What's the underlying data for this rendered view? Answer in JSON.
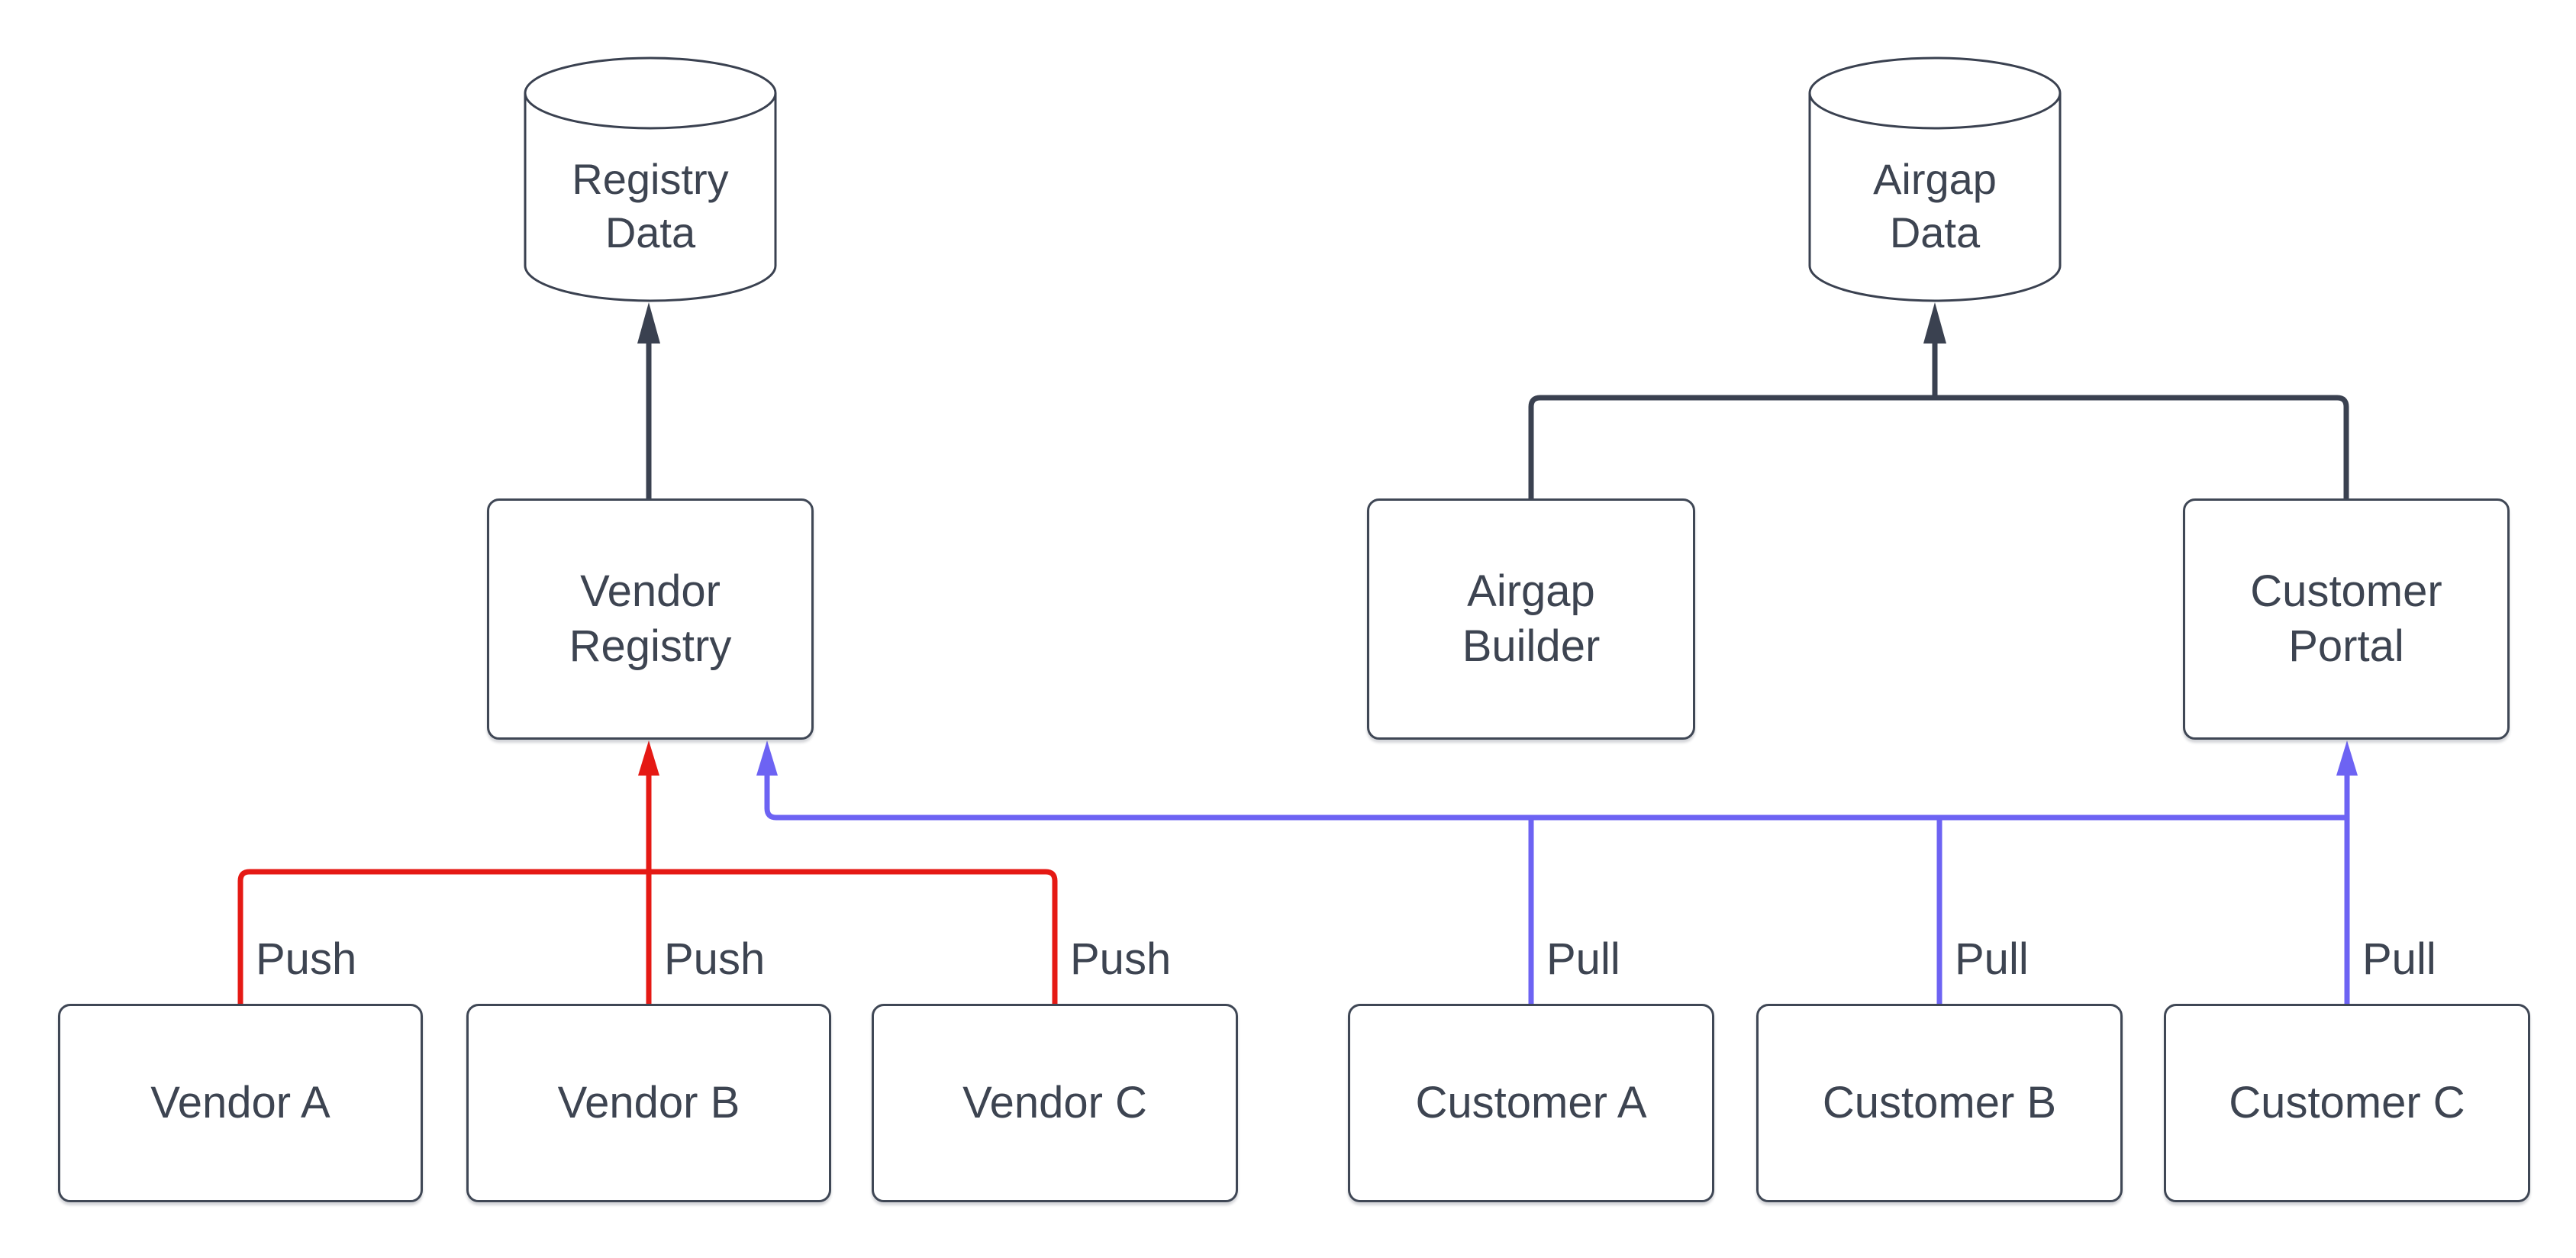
{
  "diagram": {
    "nodes": {
      "registry_data": {
        "label": "Registry\nData",
        "shape": "cylinder"
      },
      "airgap_data": {
        "label": "Airgap\nData",
        "shape": "cylinder"
      },
      "vendor_registry": {
        "label": "Vendor\nRegistry",
        "shape": "box"
      },
      "airgap_builder": {
        "label": "Airgap\nBuilder",
        "shape": "box"
      },
      "customer_portal": {
        "label": "Customer\nPortal",
        "shape": "box"
      },
      "vendor_a": {
        "label": "Vendor A",
        "shape": "box"
      },
      "vendor_b": {
        "label": "Vendor B",
        "shape": "box"
      },
      "vendor_c": {
        "label": "Vendor C",
        "shape": "box"
      },
      "customer_a": {
        "label": "Customer A",
        "shape": "box"
      },
      "customer_b": {
        "label": "Customer B",
        "shape": "box"
      },
      "customer_c": {
        "label": "Customer C",
        "shape": "box"
      }
    },
    "edges": {
      "push": {
        "color": "#e51914",
        "labels": [
          "Push",
          "Push",
          "Push"
        ]
      },
      "pull": {
        "color": "#6d63f3",
        "labels": [
          "Pull",
          "Pull",
          "Pull"
        ]
      },
      "flow": {
        "color": "#3a4150"
      }
    },
    "colors": {
      "outline": "#3f4755",
      "text": "#3d4451",
      "background": "#ffffff"
    }
  }
}
